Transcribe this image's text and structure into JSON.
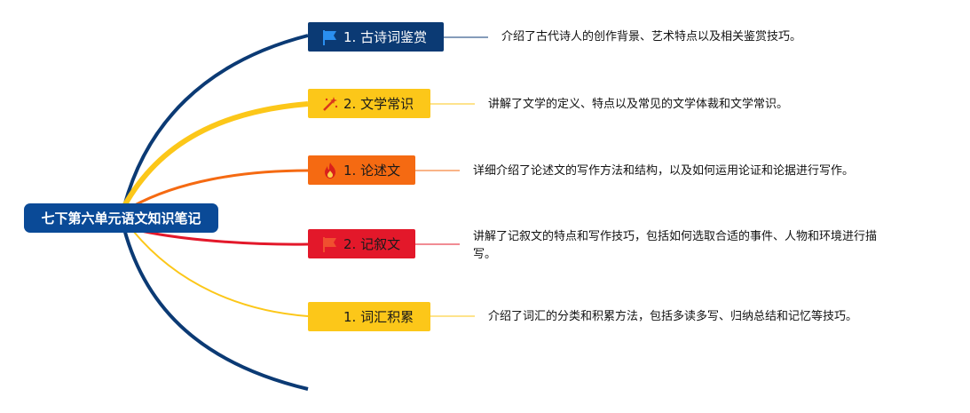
{
  "root": {
    "label": "七下第六单元语文知识笔记"
  },
  "branches": [
    {
      "label": "1. 古诗词鉴赏",
      "icon": "flag-icon",
      "color": "#0b3a74",
      "text_color": "#ffffff",
      "note": "介绍了古代诗人的创作背景、艺术特点以及相关鉴赏技巧。"
    },
    {
      "label": "2. 文学常识",
      "icon": "magic-wand-icon",
      "color": "#fcc719",
      "text_color": "#1a1a1a",
      "note": "讲解了文学的定义、特点以及常见的文学体裁和文学常识。"
    },
    {
      "label": "1. 论述文",
      "icon": "fire-icon",
      "color": "#f56a12",
      "text_color": "#1a1a1a",
      "note": "详细介绍了论述文的写作方法和结构，以及如何运用论证和论据进行写作。"
    },
    {
      "label": "2. 记叙文",
      "icon": "red-flag-icon",
      "color": "#e3182a",
      "text_color": "#1a1a1a",
      "note_line1": "讲解了记叙文的特点和写作技巧，包括如何选取合适的事件、人物和环境进行描",
      "note_line2": "写。"
    },
    {
      "label": "1. 词汇积累",
      "icon": "",
      "color": "#fcc719",
      "text_color": "#1a1a1a",
      "note": "介绍了词汇的分类和积累方法，包括多读多写、归纳总结和记忆等技巧。"
    }
  ]
}
